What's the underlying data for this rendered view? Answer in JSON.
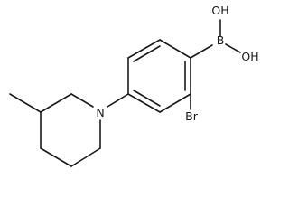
{
  "molecule": {
    "atom_labels": {
      "oh_top": "OH",
      "b": "B",
      "oh_right": "OH",
      "br": "Br",
      "n": "N"
    }
  }
}
